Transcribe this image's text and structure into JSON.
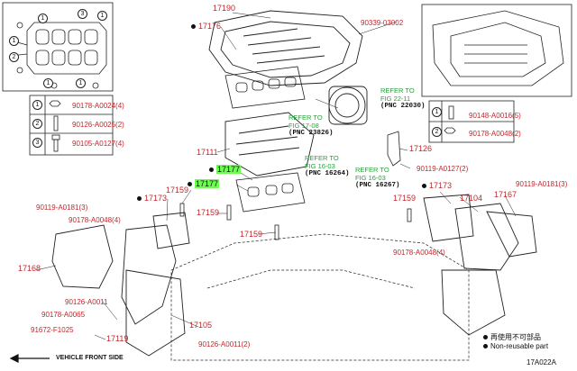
{
  "legend_table": {
    "rows": [
      {
        "index": "1",
        "part": "90178-A0024(4)"
      },
      {
        "index": "2",
        "part": "90126-A0025(2)"
      },
      {
        "index": "3",
        "part": "90105-A0127(4)"
      }
    ]
  },
  "right_legend": {
    "rows": [
      {
        "index": "1",
        "part": "90148-A0016(5)"
      },
      {
        "index": "2",
        "part": "90178-A0048(2)"
      }
    ]
  },
  "labels": {
    "l17190": "17190",
    "l17176": "17176",
    "l90339": "90339-03002",
    "l17111": "17111",
    "l17177a": "17177",
    "l17177b": "17177",
    "l17159a": "17159",
    "l17173a": "17173",
    "l17159b": "17159",
    "l17159c": "17159",
    "l17126": "17126",
    "l90119_a": "90119-A0127(2)",
    "l17173b": "17173",
    "l17159d": "17159",
    "l17104": "17104",
    "l17167": "17167",
    "l90119_b": "90119-A0181(3)",
    "l90119_c": "90119-A0181(3)",
    "l90178_a": "90178-A0048(4)",
    "l90178_b": "90178-A0048(4)",
    "l17168": "17168",
    "l90126_a": "90126-A0011",
    "l90178_c": "90178-A0065",
    "l91672": "91672-F1025",
    "l17119": "17119",
    "l17105": "17105",
    "l90126_b": "90126-A0011(2)"
  },
  "refers": {
    "r1": {
      "text": "REFER TO\nFIG 22-11",
      "pnc": "(PNC 22030)"
    },
    "r2": {
      "text": "REFER TO\nFIG 17-08",
      "pnc": "(PNC 23826)"
    },
    "r3": {
      "text": "REFER TO\nFIG 16-03",
      "pnc": "(PNC 16264)"
    },
    "r4": {
      "text": "REFER TO\nFIG 16-03",
      "pnc": "(PNC 16267)"
    }
  },
  "footer": {
    "note_jp": "再使用不可部品",
    "note_en": "Non-reusable part",
    "front": "VEHICLE FRONT SIDE",
    "fig_code": "17A022A"
  },
  "colors": {
    "part_number": "#c0282d",
    "refer": "#27a13a",
    "highlight": "#6dff4f",
    "line": "#222222"
  }
}
